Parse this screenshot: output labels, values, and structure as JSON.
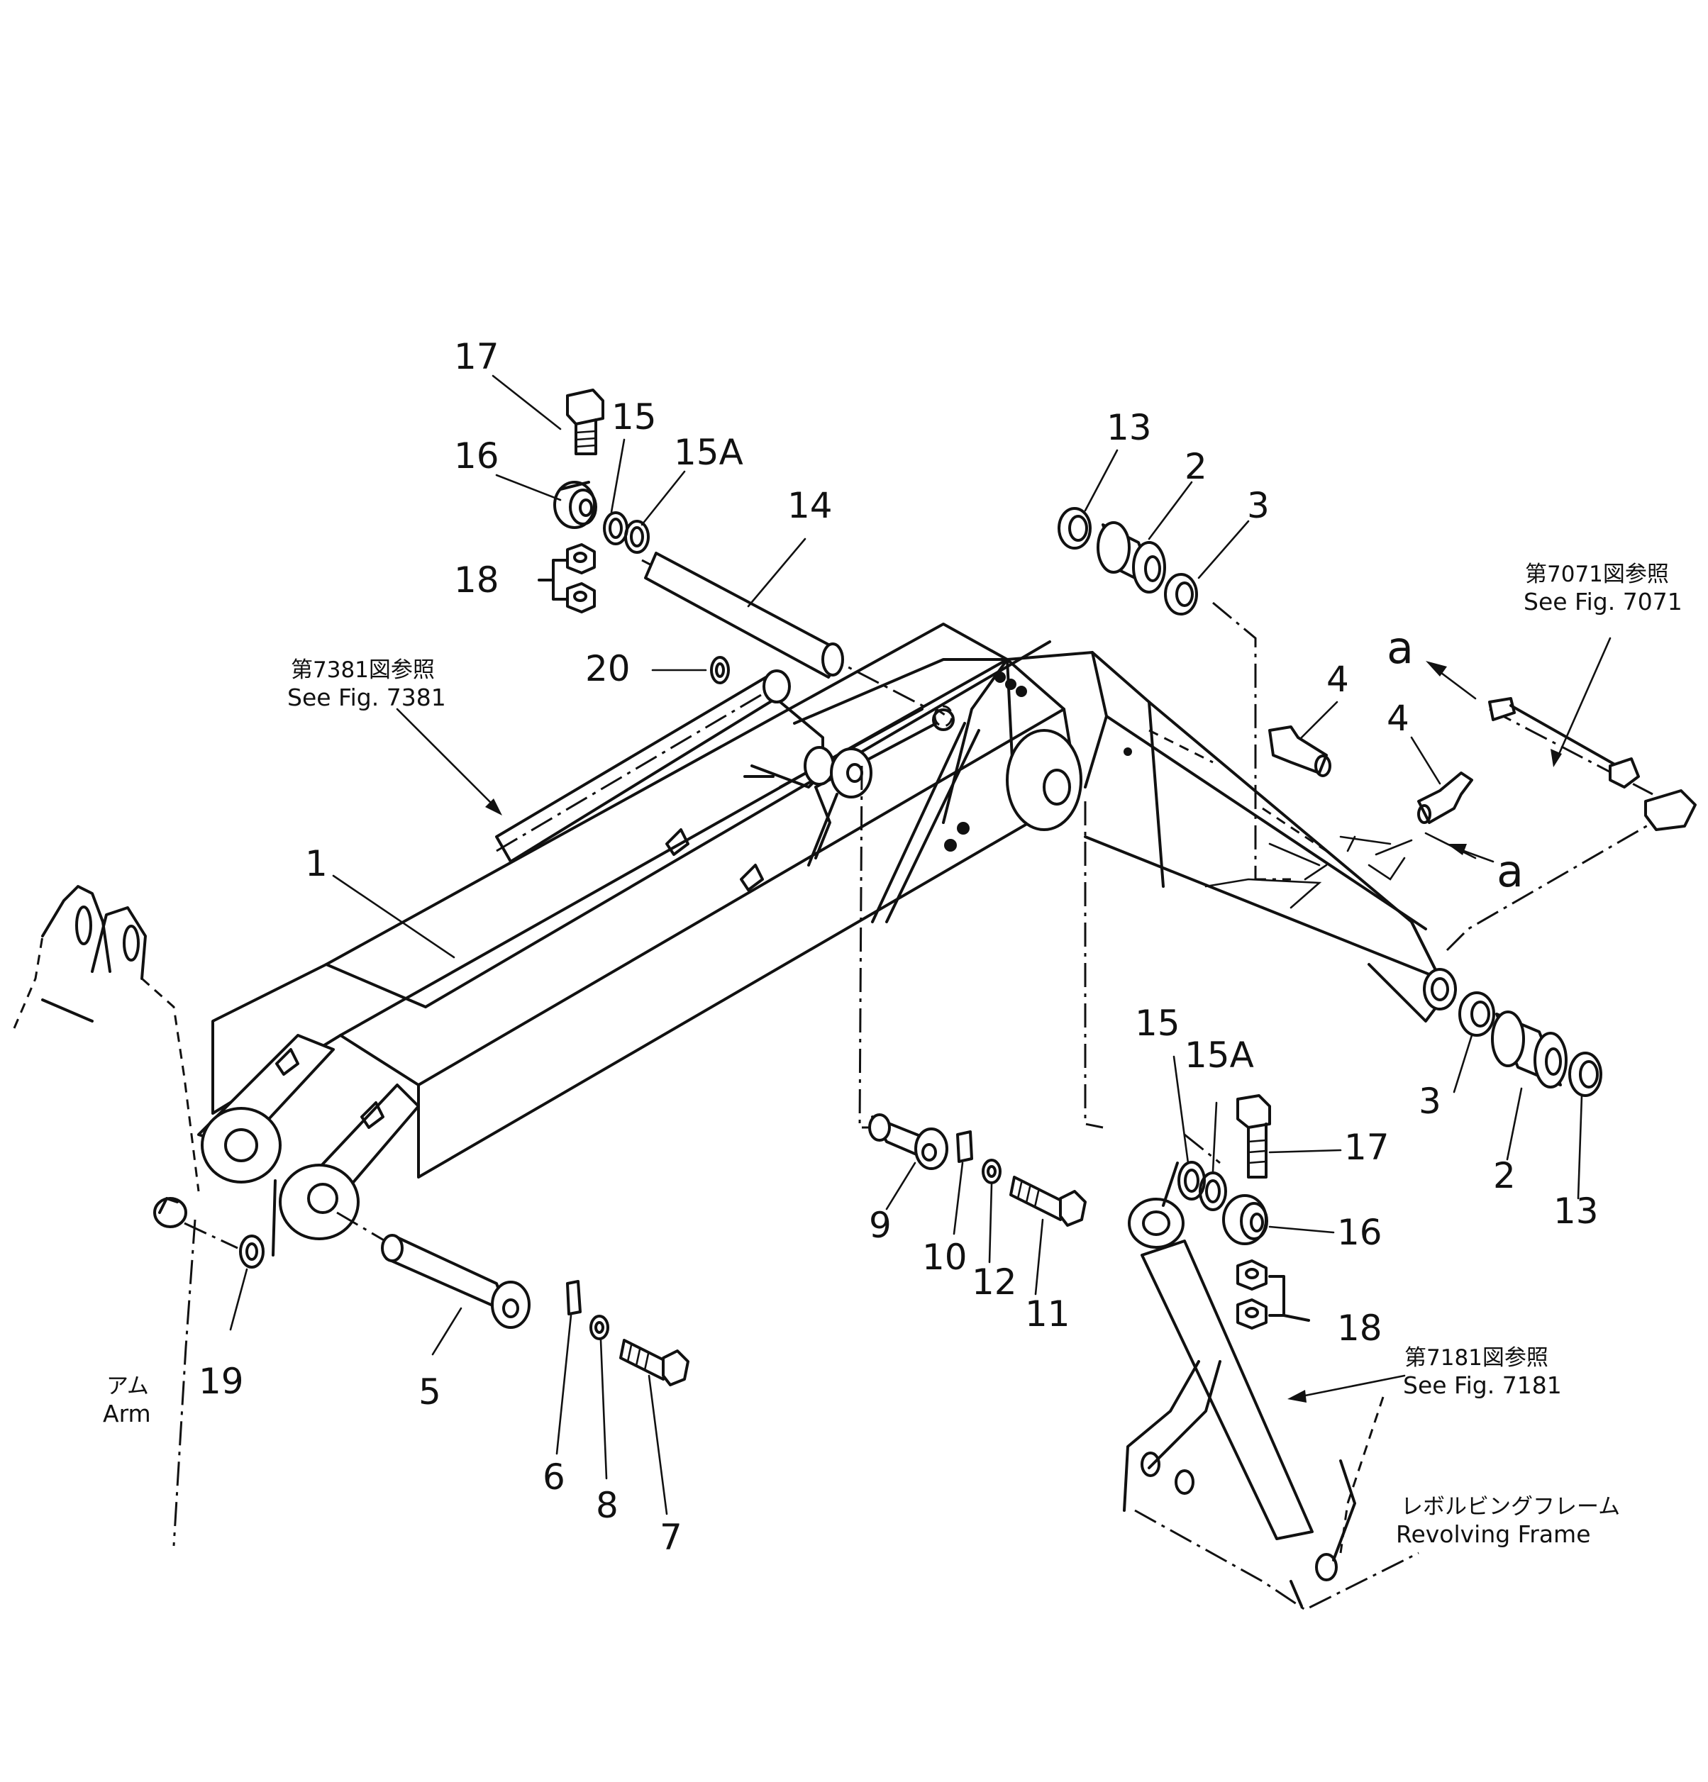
{
  "diagram": {
    "part_labels": {
      "p1": "1",
      "p2a": "2",
      "p2b": "2",
      "p3a": "3",
      "p3b": "3",
      "p4a": "4",
      "p4b": "4",
      "p5": "5",
      "p6": "6",
      "p7": "7",
      "p8": "8",
      "p9": "9",
      "p10": "10",
      "p11": "11",
      "p12": "12",
      "p13a": "13",
      "p13b": "13",
      "p14": "14",
      "p15a": "15",
      "p15b": "15",
      "p15Aa": "15A",
      "p15Ab": "15A",
      "p16a": "16",
      "p16b": "16",
      "p17a": "17",
      "p17b": "17",
      "p18a": "18",
      "p18b": "18",
      "p19": "19",
      "p20": "20"
    },
    "markers": {
      "a1": "a",
      "a2": "a"
    },
    "references": {
      "fig7381": {
        "jp": "第7381図参照",
        "en": "See Fig. 7381"
      },
      "fig7071": {
        "jp": "第7071図参照",
        "en": "See Fig. 7071"
      },
      "fig7181": {
        "jp": "第7181図参照",
        "en": "See Fig. 7181"
      }
    },
    "context_labels": {
      "arm": {
        "jp": "アム",
        "en": "Arm"
      },
      "revolving_frame": {
        "jp": "レボルビングフレーム",
        "en": "Revolving Frame"
      }
    }
  }
}
